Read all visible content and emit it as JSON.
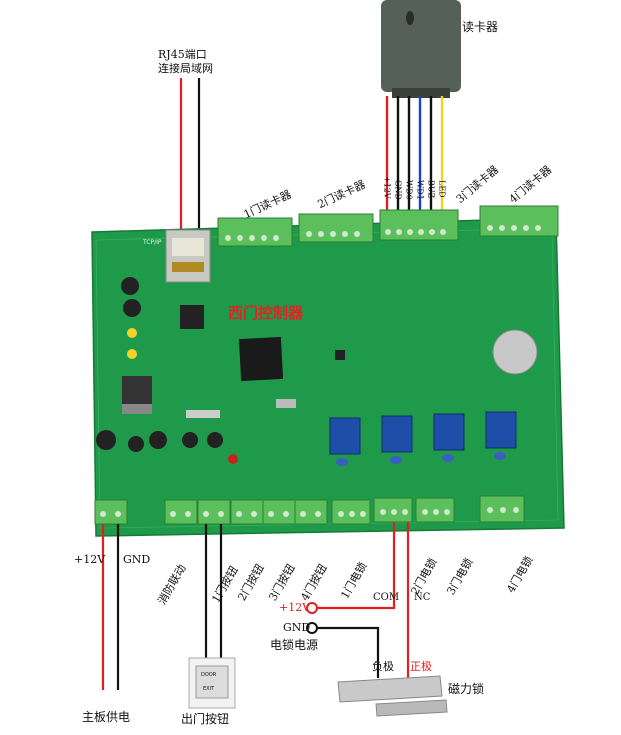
{
  "labels": {
    "card_reader": "读卡器",
    "rj45_line1": "RJ45端口",
    "rj45_line2": "连接局域网",
    "reader_1": "1门读卡器",
    "reader_2": "2门读卡器",
    "reader_3": "3门读卡器",
    "reader_4": "4门读卡器",
    "wires": [
      "+12V",
      "GND",
      "WD0",
      "WD1",
      "BUZ",
      "LED"
    ],
    "brand": "西门控制器",
    "power_12v": "+12V",
    "power_gnd": "GND",
    "fire_link": "消防联动",
    "btn_1": "1门按钮",
    "btn_2": "2门按钮",
    "btn_3": "3门按钮",
    "btn_4": "4门按钮",
    "lock_1": "1门电锁",
    "lock_2": "2门电锁",
    "lock_3": "3门电锁",
    "lock_4": "4门电锁",
    "com": "COM",
    "nc": "NC",
    "lock_psu_12v": "+12V",
    "lock_psu_gnd": "GND",
    "lock_psu": "电锁电源",
    "negative": "负极",
    "positive": "正极",
    "maglock": "磁力锁",
    "main_power": "主板供电",
    "exit_button": "出门按钮",
    "door_text": "DOOR",
    "exit_text": "EXIT",
    "tcp_ip": "TCP/IP"
  },
  "colors": {
    "pcb": "#1f9a4a",
    "terminal": "#5bbf5b",
    "wire_red": "#e02020",
    "wire_black": "#111111",
    "wire_blue": "#1d3fd0",
    "wire_yellow": "#f2d21c",
    "relay": "#1d4fa8",
    "brand_red": "#e02424"
  }
}
